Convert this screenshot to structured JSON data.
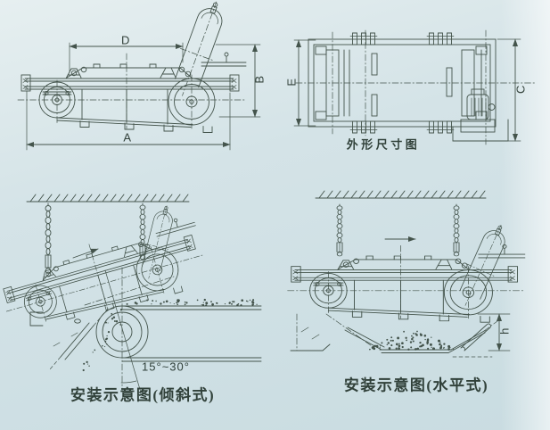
{
  "colors": {
    "background": "#d4e3e7",
    "line": "#44544c",
    "text": "#33423b"
  },
  "views": {
    "side": {
      "dim_top": "D",
      "dim_right": "B",
      "dim_bottom": "A"
    },
    "plan": {
      "dim_left": "E",
      "dim_right": "C",
      "caption": "外形尺寸图"
    },
    "inclined": {
      "caption": "安装示意图(倾斜式)",
      "angle": "15°~30°"
    },
    "horizontal": {
      "caption": "安装示意图(水平式)",
      "dim_height": "h"
    }
  }
}
